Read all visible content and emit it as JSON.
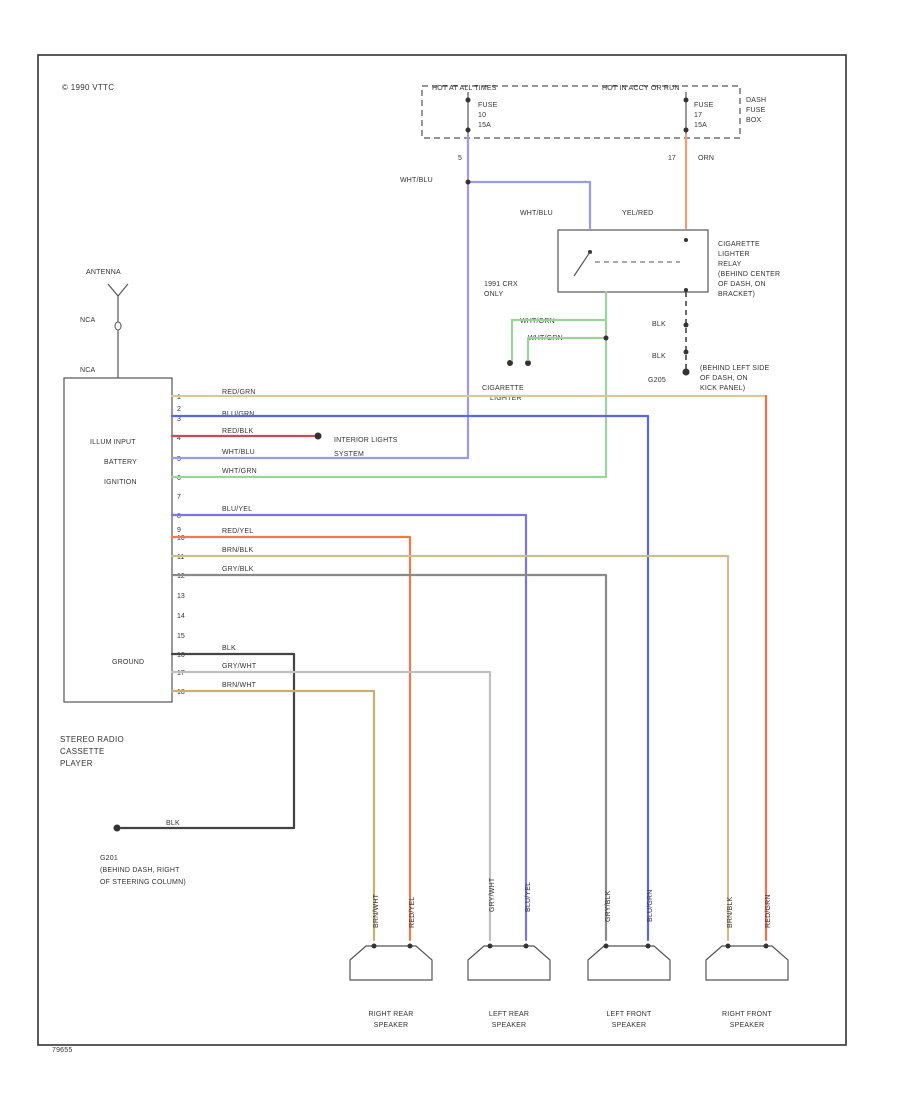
{
  "copyright": "© 1990 VTTC",
  "figure_id": "79655",
  "colors": {
    "red_grn": "#d9c99a",
    "blu_grn": "#5a66e6",
    "red_blk": "#c94a5a",
    "wht_blu": "#9b9be8",
    "wht_grn": "#9ad49a",
    "blu_yel": "#7a78d6",
    "red_yel": "#f07a4a",
    "brn_blk": "#c9c090",
    "gry_blk": "#8a8a8a",
    "blk": "#444444",
    "gry_wht": "#c0c0c0",
    "brn_wht": "#c9b070",
    "orn": "#f0a070",
    "yel_red": "#f07050"
  },
  "fuse_box": {
    "left_label": "HOT AT ALL TIMES",
    "right_label": "HOT IN ACCY OR RUN",
    "fuse_left": {
      "name": "FUSE",
      "number": "10",
      "rating": "15A"
    },
    "fuse_right": {
      "name": "FUSE",
      "number": "17",
      "rating": "15A"
    },
    "box_label": [
      "DASH",
      "FUSE",
      "BOX"
    ],
    "term_left": "5",
    "term_right": "17",
    "term_right_wire": "ORN",
    "wire_left": "WHT/BLU"
  },
  "relay": {
    "wire_left": "WHT/BLU",
    "wire_right": "YEL/RED",
    "label": [
      "CIGARETTE",
      "LIGHTER",
      "RELAY",
      "(BEHIND CENTER",
      "OF DASH, ON",
      "BRACKET)"
    ],
    "ground_wire_1": "BLK",
    "ground_wire_2": "BLK",
    "ground_point": "G205",
    "ground_label": [
      "(BEHIND LEFT SIDE",
      "OF DASH, ON",
      "KICK PANEL)"
    ]
  },
  "cigarette": {
    "option_label": [
      "1991 CRX",
      "ONLY"
    ],
    "wire_1": "WHT/GRN",
    "wire_2": "WHT/GRN",
    "label": [
      "CIGARETTE",
      "LIGHTER"
    ]
  },
  "antenna": {
    "label": "ANTENNA",
    "plug_1": "NCA",
    "plug_2": "NCA"
  },
  "radio": {
    "label": [
      "STEREO RADIO",
      "CASSETTE",
      "PLAYER"
    ],
    "sides": [
      "ILLUM INPUT",
      "BATTERY",
      "IGNITION",
      "GROUND"
    ],
    "pins": [
      {
        "pin": "1",
        "wire": "RED/GRN"
      },
      {
        "pin": "2",
        "wire": ""
      },
      {
        "pin": "3",
        "wire": "BLU/GRN"
      },
      {
        "pin": "4",
        "wire": "RED/BLK"
      },
      {
        "pin": "5",
        "wire": "WHT/BLU"
      },
      {
        "pin": "6",
        "wire": "WHT/GRN"
      },
      {
        "pin": "7",
        "wire": ""
      },
      {
        "pin": "8",
        "wire": "BLU/YEL"
      },
      {
        "pin": "9",
        "wire": ""
      },
      {
        "pin": "10",
        "wire": "RED/YEL"
      },
      {
        "pin": "11",
        "wire": "BRN/BLK"
      },
      {
        "pin": "12",
        "wire": "GRY/BLK"
      },
      {
        "pin": "13",
        "wire": ""
      },
      {
        "pin": "14",
        "wire": ""
      },
      {
        "pin": "15",
        "wire": ""
      },
      {
        "pin": "16",
        "wire": "BLK"
      },
      {
        "pin": "17",
        "wire": "GRY/WHT"
      },
      {
        "pin": "18",
        "wire": "BRN/WHT"
      }
    ],
    "interior_lights": [
      "INTERIOR LIGHTS",
      "SYSTEM"
    ]
  },
  "ground": {
    "wire": "BLK",
    "label": [
      "G201",
      "(BEHIND DASH, RIGHT",
      "OF STEERING COLUMN)"
    ]
  },
  "speakers": [
    {
      "name": [
        "RIGHT REAR",
        "SPEAKER"
      ],
      "wire_a": "BRN/WHT",
      "wire_b": "RED/YEL"
    },
    {
      "name": [
        "LEFT REAR",
        "SPEAKER"
      ],
      "wire_a": "GRY/WHT",
      "wire_b": "BLU/YEL"
    },
    {
      "name": [
        "LEFT FRONT",
        "SPEAKER"
      ],
      "wire_a": "GRY/BLK",
      "wire_b": "BLU/GRN"
    },
    {
      "name": [
        "RIGHT FRONT",
        "SPEAKER"
      ],
      "wire_a": "BRN/BLK",
      "wire_b": "RED/GRN"
    }
  ]
}
